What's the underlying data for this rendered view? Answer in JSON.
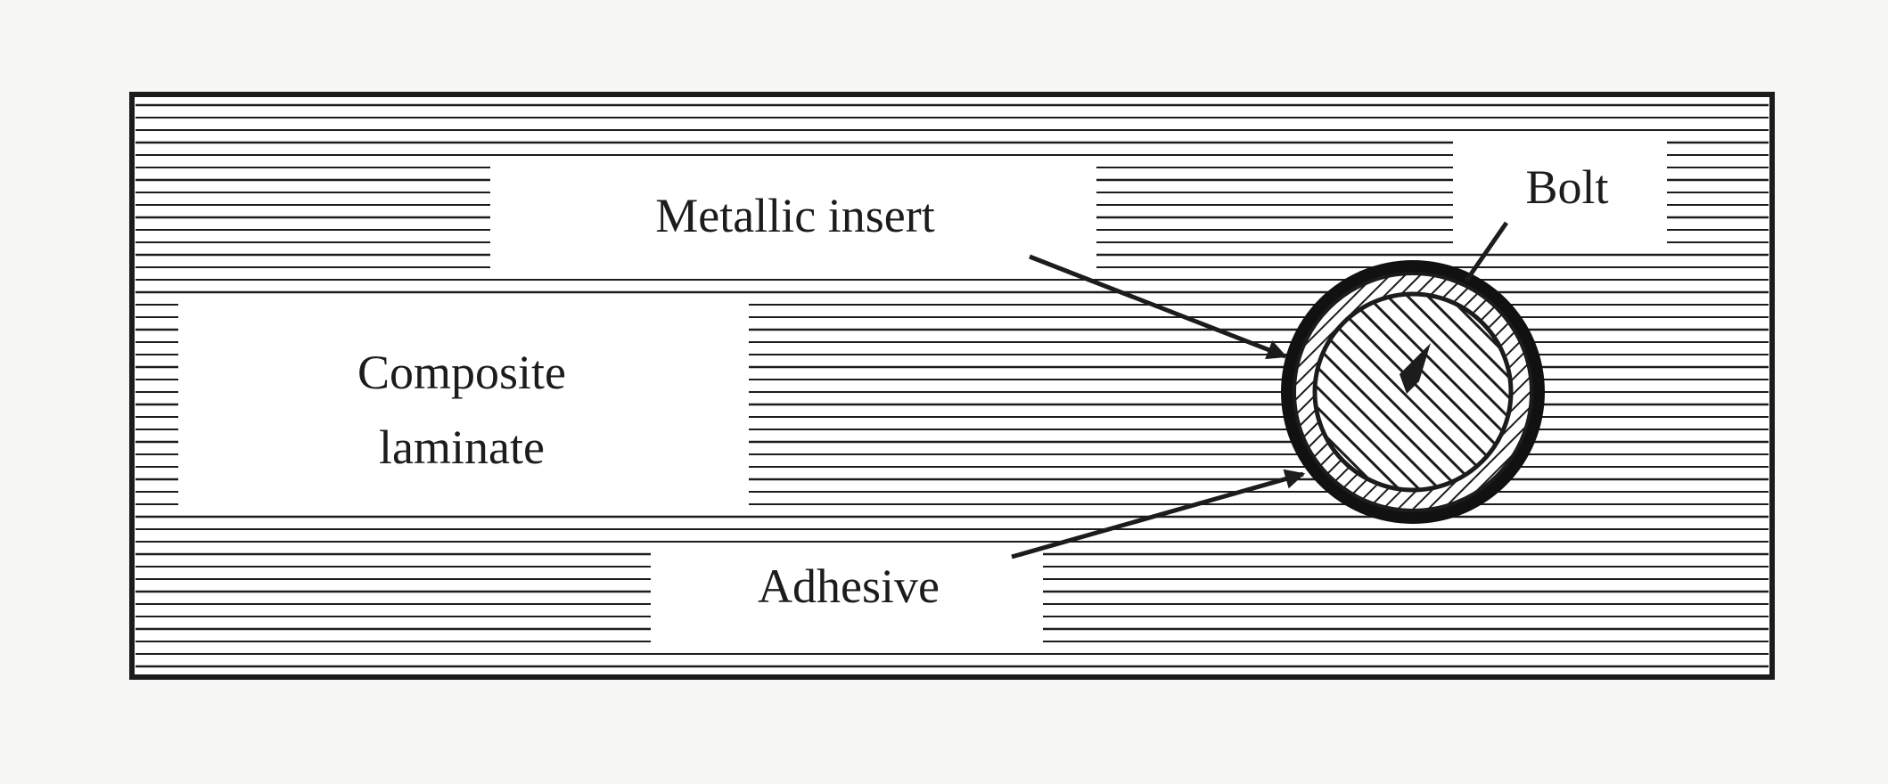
{
  "figure": {
    "labels": {
      "metallic_insert": "Metallic insert",
      "bolt": "Bolt",
      "composite_line1": "Composite",
      "composite_line2": "laminate",
      "adhesive": "Adhesive"
    },
    "colors": {
      "ink": "#1c1c1c",
      "paper": "#ffffff",
      "background": "#f7f7f5"
    },
    "parts": [
      "composite-laminate",
      "adhesive",
      "metallic-insert",
      "bolt"
    ]
  }
}
